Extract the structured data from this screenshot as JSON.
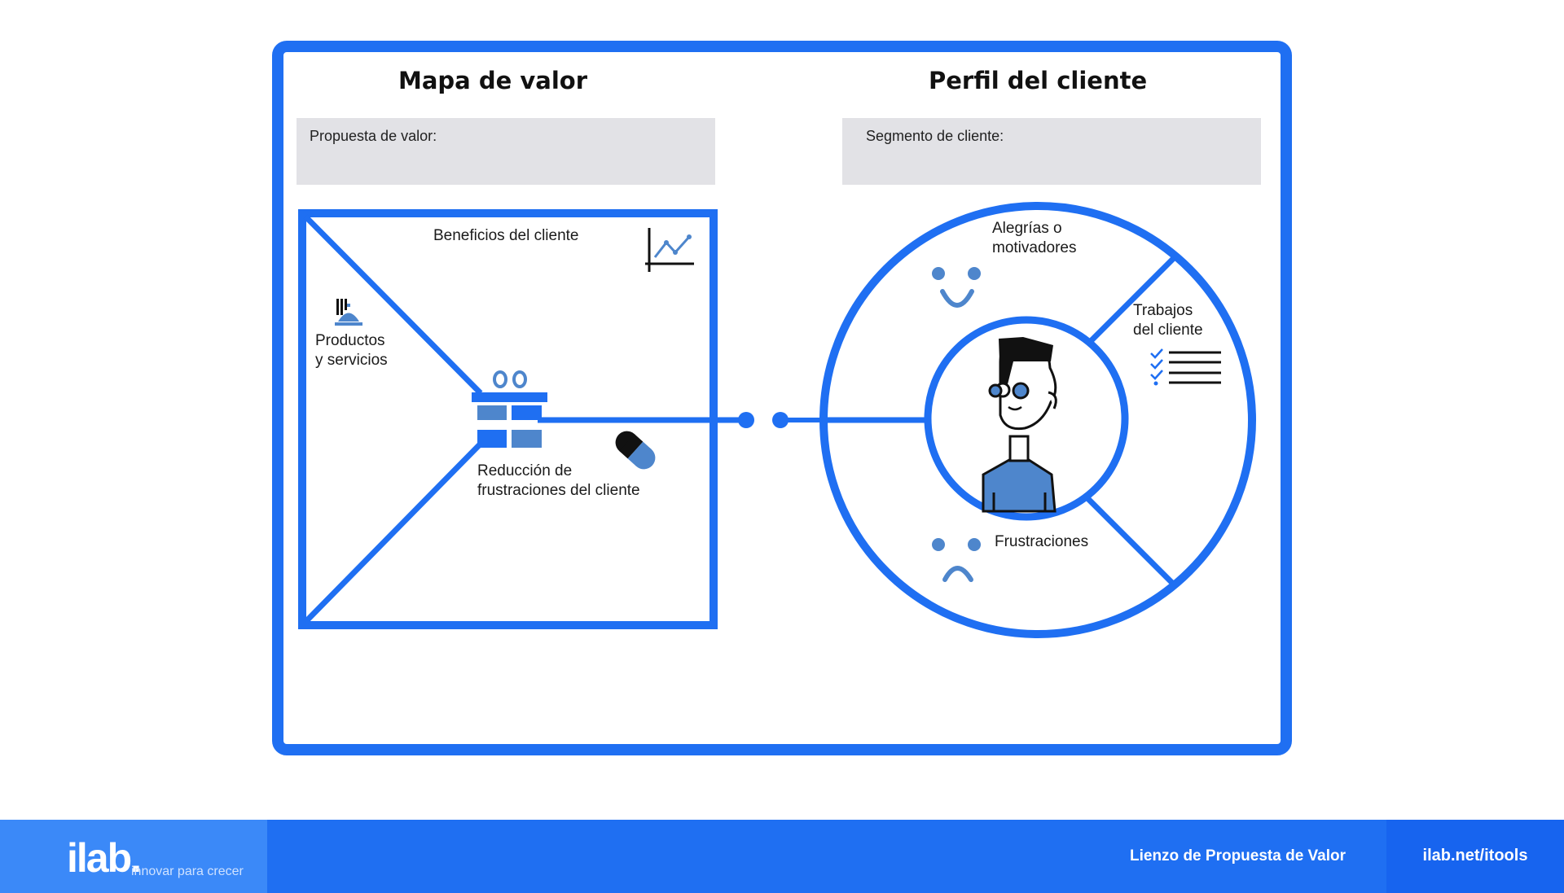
{
  "value_map": {
    "title": "Mapa de valor",
    "proposal_label": "Propuesta de valor:",
    "benefits_label": "Beneficios del cliente",
    "products_label_1": "Productos",
    "products_label_2": "y servicios",
    "pain_relief_label_1": "Reducción de",
    "pain_relief_label_2": "frustraciones del cliente"
  },
  "customer_profile": {
    "title": "Perfil del cliente",
    "segment_label": "Segmento de cliente:",
    "gains_label_1": "Alegrías o",
    "gains_label_2": "motivadores",
    "jobs_label_1": "Trabajos",
    "jobs_label_2": "del cliente",
    "pains_label": "Frustraciones"
  },
  "footer": {
    "logo": "ilab.",
    "tagline": "innovar para crecer",
    "canvas_name": "Lienzo de Propuesta de Valor",
    "url": "ilab.net/itools"
  },
  "colors": {
    "primary": "#1f6ff2",
    "accent_light": "#4e86cc",
    "field_bg": "#e2e2e6"
  },
  "icons": [
    "bell-service-icon",
    "gift-icon",
    "growth-chart-icon",
    "pill-icon",
    "smiley-icon",
    "frown-icon",
    "checklist-icon",
    "person-icon",
    "notebook-icon"
  ]
}
